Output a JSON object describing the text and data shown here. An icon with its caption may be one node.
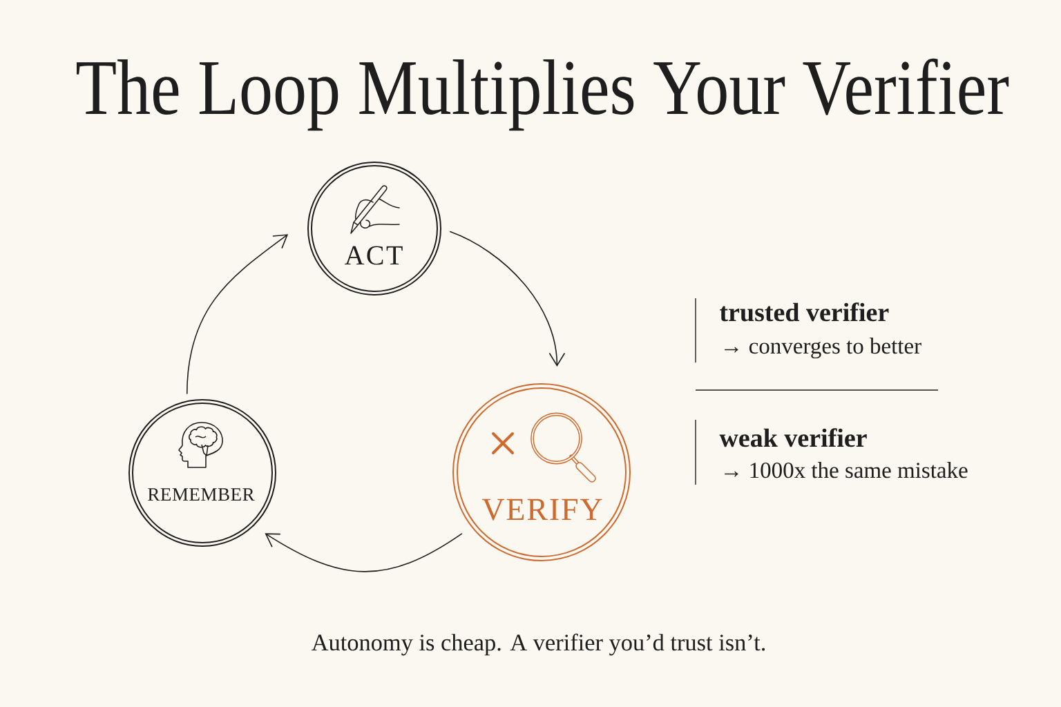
{
  "diagram": {
    "title": "The Loop Multiplies Your Verifier",
    "nodes": [
      {
        "text": [
          "ACT"
        ]
      },
      {
        "text": [
          "VERIFY"
        ]
      },
      {
        "text": [
          "REMEMBER"
        ]
      }
    ],
    "edges": [
      {
        "from": 0,
        "to": 1,
        "arrow": "to"
      },
      {
        "from": 1,
        "to": 2,
        "arrow": "to"
      },
      {
        "from": 2,
        "to": 0,
        "arrow": "to"
      }
    ],
    "labels": [
      "trusted verifier",
      "→ converges to better",
      "weak verifier",
      "→ 1000x the same mistake"
    ],
    "caption": "Autonomy is cheap. A verifier you’d trust isn’t."
  }
}
